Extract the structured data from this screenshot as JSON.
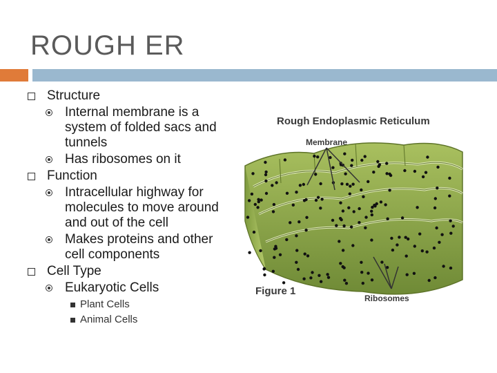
{
  "slide": {
    "title": "ROUGH ER",
    "bullets": [
      {
        "text": "Structure",
        "children": [
          {
            "text": "Internal membrane is a system of folded sacs and tunnels"
          },
          {
            "text": "Has ribosomes on it"
          }
        ]
      },
      {
        "text": "Function",
        "children": [
          {
            "text": "Intracellular highway for molecules to move around and out of the cell"
          },
          {
            "text": "Makes proteins and other cell components"
          }
        ]
      },
      {
        "text": "Cell Type",
        "children": [
          {
            "text": "Eukaryotic Cells",
            "children": [
              {
                "text": "Plant Cells"
              },
              {
                "text": "Animal Cells"
              }
            ]
          }
        ]
      }
    ]
  },
  "figure": {
    "title": "Rough Endoplasmic Reticulum",
    "label_membrane": "Membrane",
    "label_ribosomes": "Ribosomes",
    "caption": "Figure 1"
  },
  "colors": {
    "accent_orange": "#e07b39",
    "accent_blue": "#9ab8cf",
    "er_green": "#8da84a"
  }
}
